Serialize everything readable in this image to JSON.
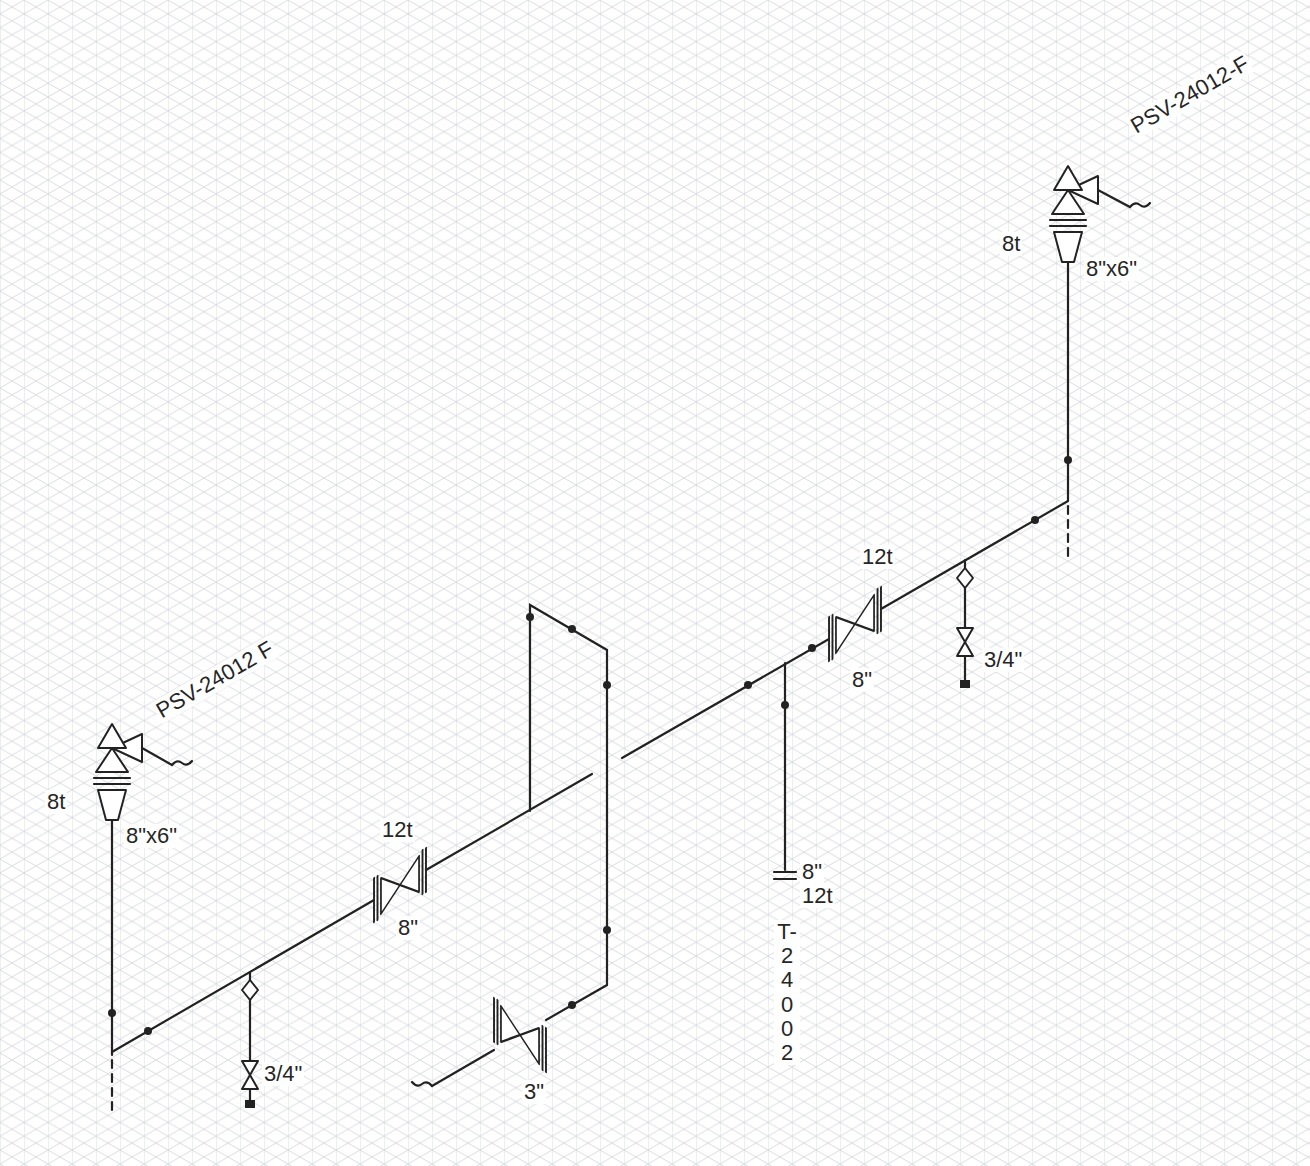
{
  "diagram": {
    "labels": [
      "PSV-24012-F",
      "8t",
      "8\"x6\"",
      "12t",
      "8\"",
      "3/4\"",
      "PSV-24012 F",
      "8t",
      "8\"x6\"",
      "12t",
      "8\"",
      "3/4\"",
      "3\"",
      "8\"",
      "12t",
      "T-24002"
    ]
  }
}
